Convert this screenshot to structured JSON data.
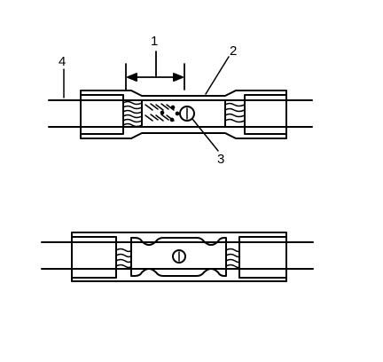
{
  "diagram": {
    "callouts": [
      {
        "id": "1",
        "text": "1"
      },
      {
        "id": "2",
        "text": "2"
      },
      {
        "id": "3",
        "text": "3"
      },
      {
        "id": "4",
        "text": "4"
      }
    ]
  }
}
